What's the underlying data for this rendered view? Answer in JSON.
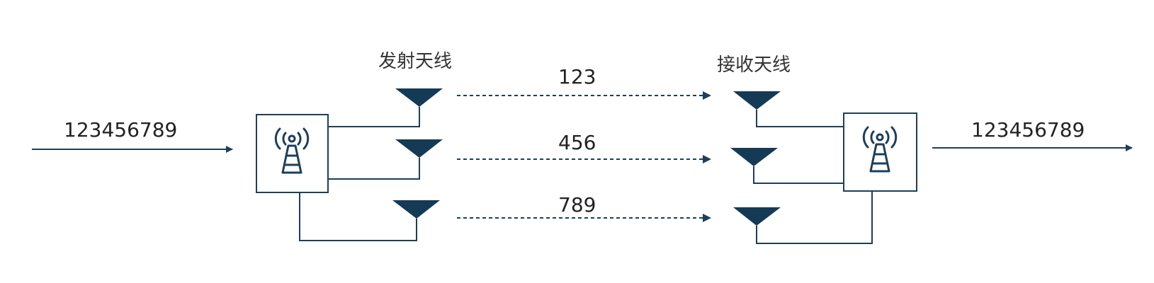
{
  "labels": {
    "input_bits": "123456789",
    "output_bits": "123456789",
    "tx_antennas": "发射天线",
    "rx_antennas": "接收天线",
    "stream_1": "123",
    "stream_2": "456",
    "stream_3": "789"
  },
  "colors": {
    "primary": "#1e3f5a",
    "antenna": "#143a56",
    "text": "#222222"
  },
  "icons": {
    "transmitter_box": "radio-tower-icon",
    "receiver_box": "radio-tower-icon",
    "antenna": "antenna-icon"
  }
}
